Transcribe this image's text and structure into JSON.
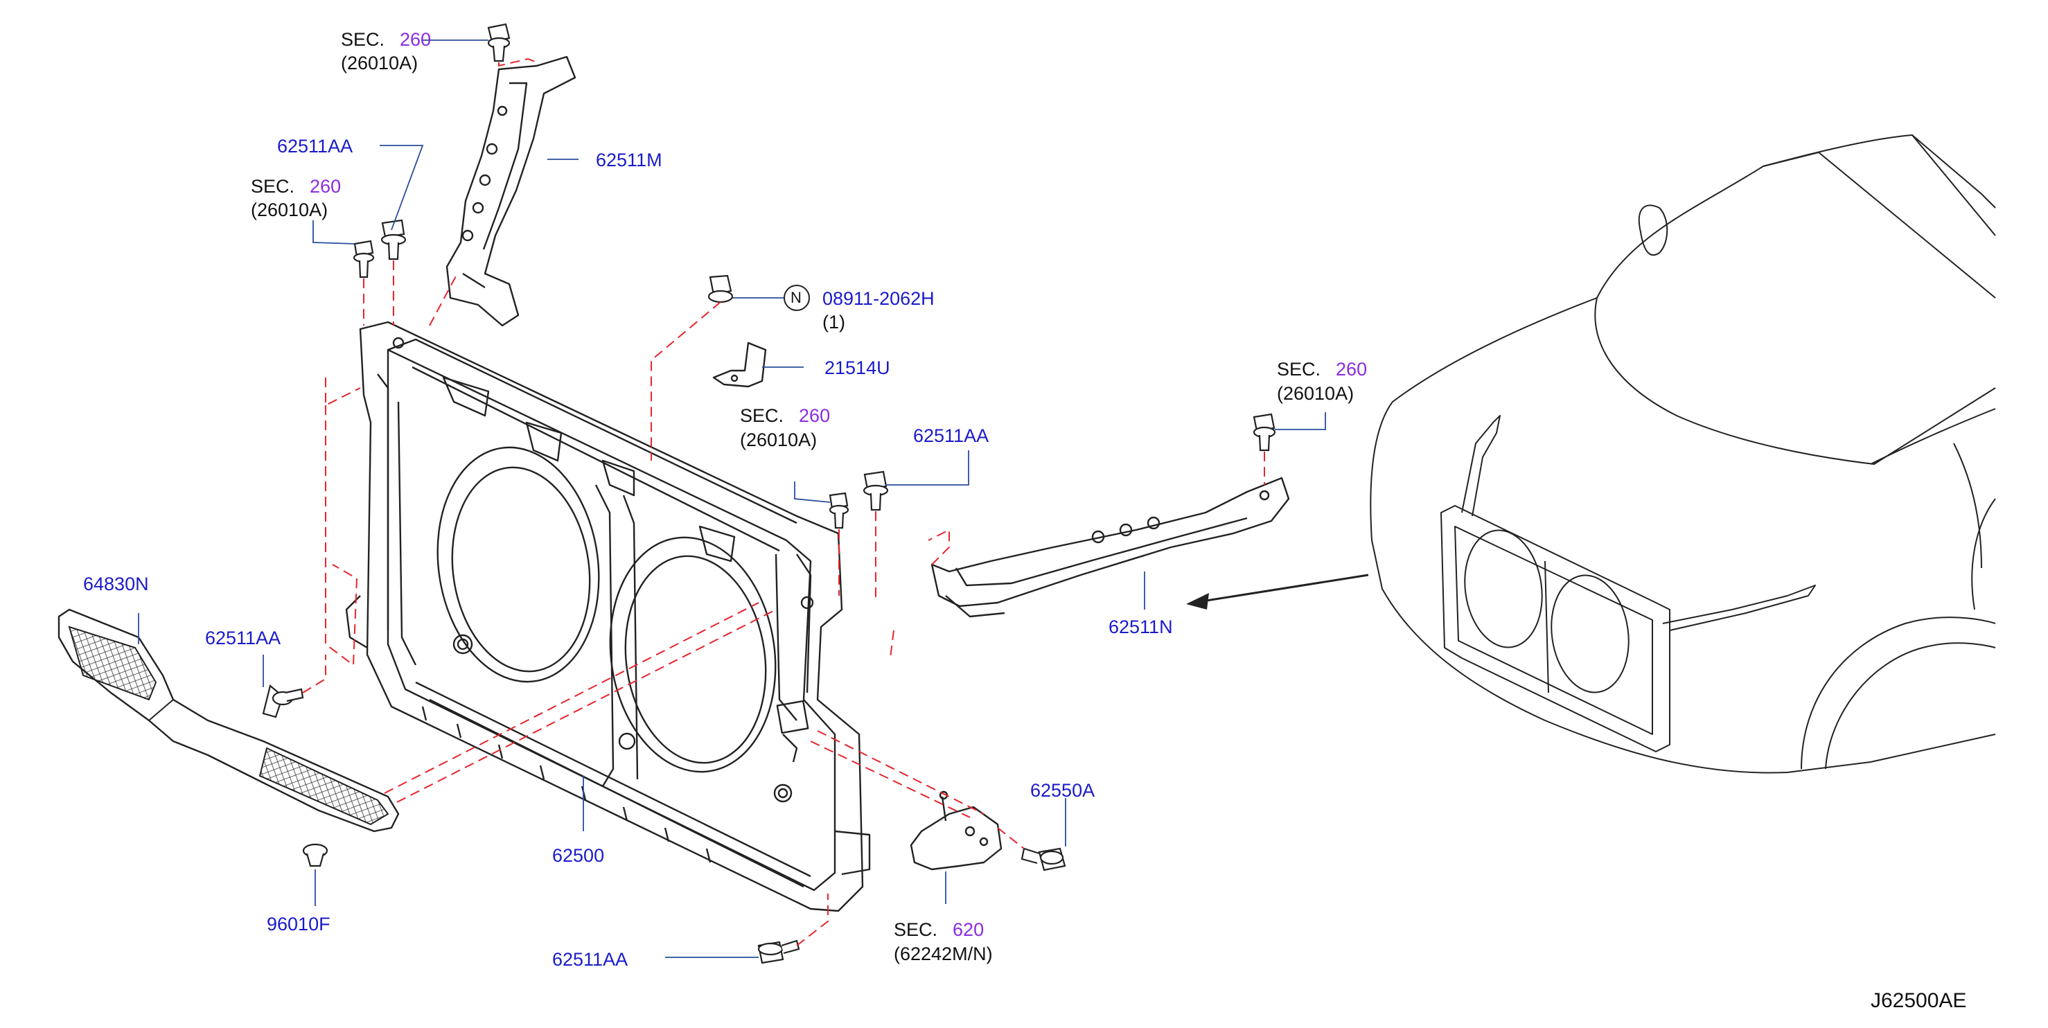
{
  "diagram_id": "J62500AE",
  "section_ref": {
    "sec_word": "SEC.",
    "sec_260": "260",
    "sec_620": "620",
    "sub_26010A": "(26010A)",
    "sub_62242MN": "(62242M/N)"
  },
  "parts": {
    "p62511M": "62511M",
    "p62511AA": "62511AA",
    "p08911": "08911-2062H",
    "qty_1": "(1)",
    "n_mark": "N",
    "p21514U": "21514U",
    "p62511N": "62511N",
    "p64830N": "64830N",
    "p62500": "62500",
    "p96010F": "96010F",
    "p62550A": "62550A"
  },
  "colors": {
    "part_number": "#1a1acc",
    "section_number": "#8a2be2",
    "dash_line": "#e8242c",
    "drawing": "#222222"
  }
}
